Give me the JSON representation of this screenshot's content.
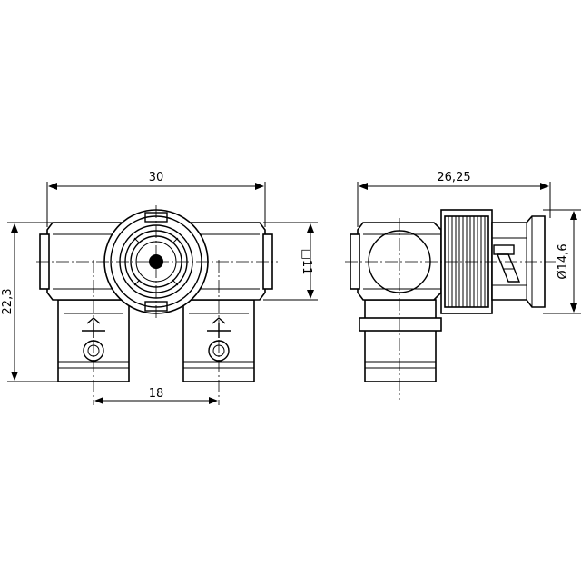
{
  "dimensions": {
    "front_width": "30",
    "front_height": "22,3",
    "front_spacing": "18",
    "front_square": "□11",
    "side_length": "26,25",
    "side_diameter": "Ø14,6"
  }
}
